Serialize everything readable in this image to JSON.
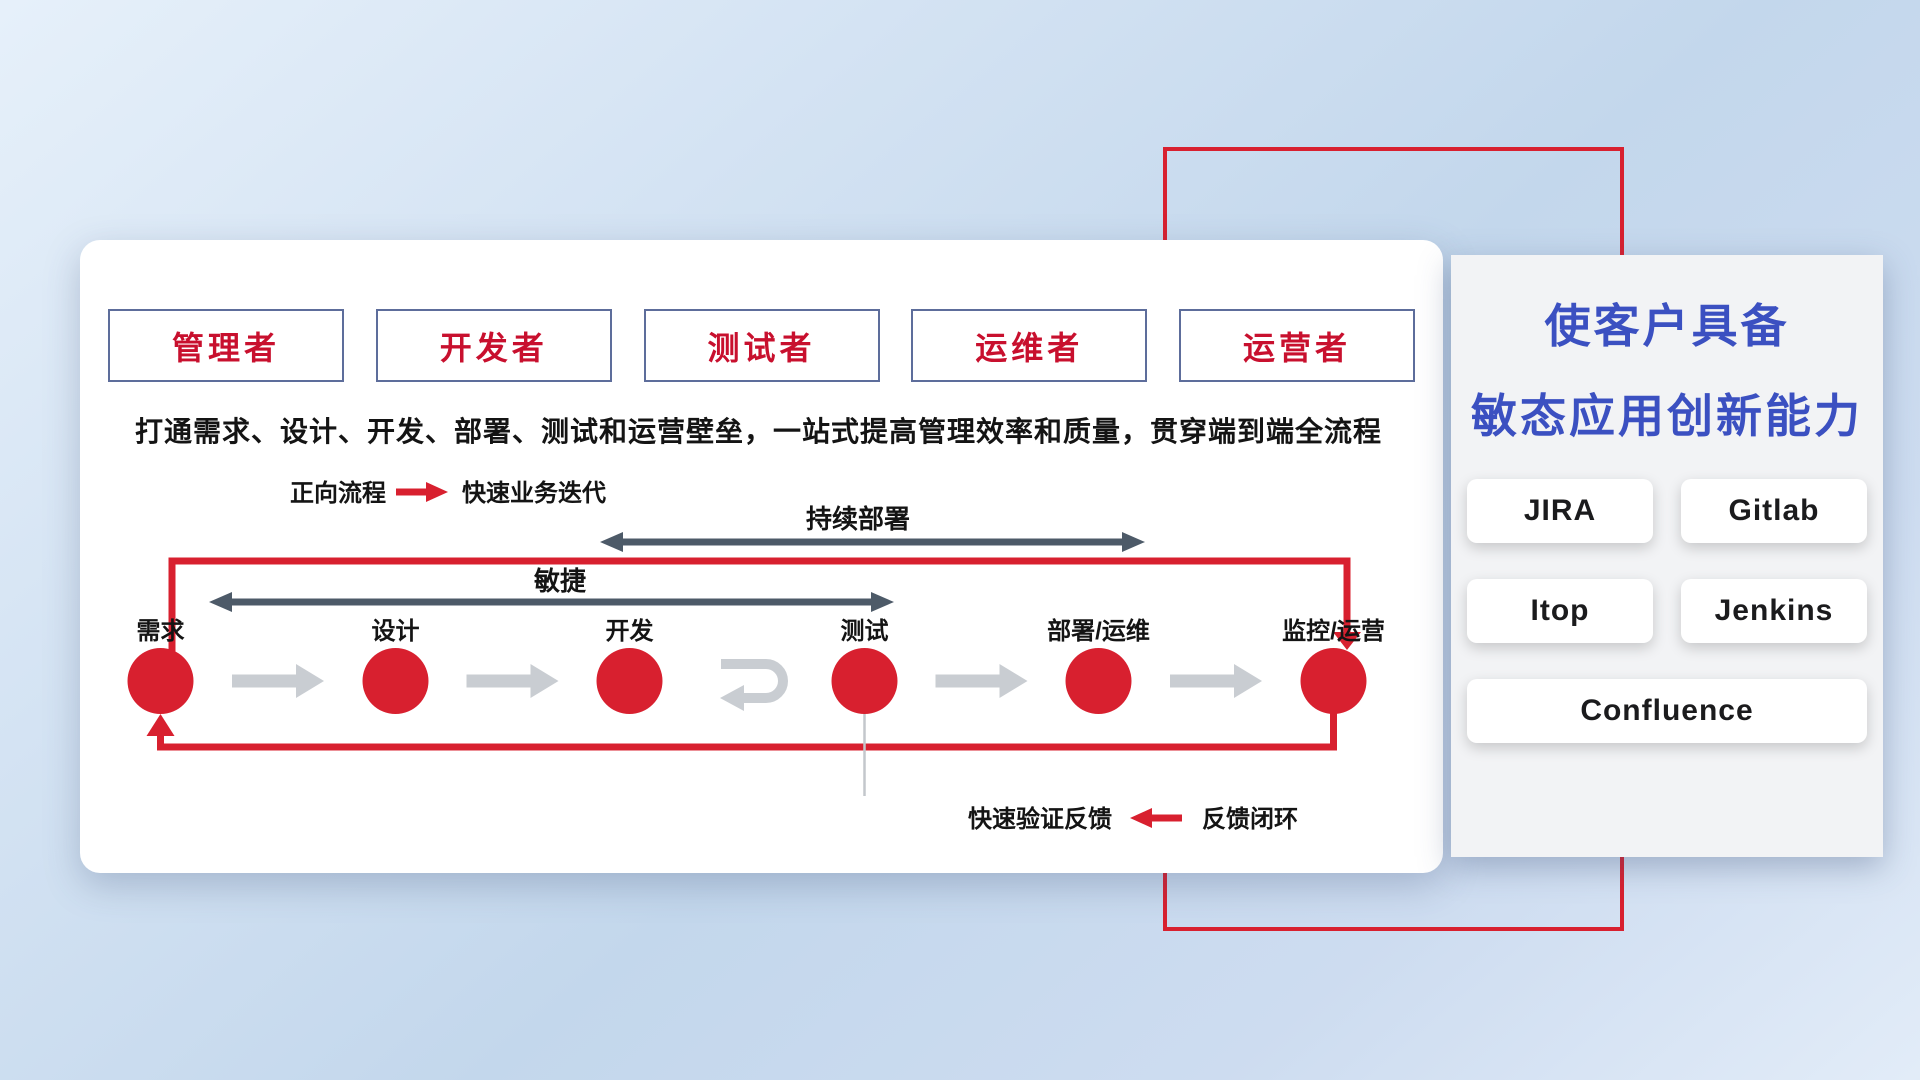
{
  "colors": {
    "red": "#d8202f",
    "dark_arrow": "#4d5a68",
    "light_arrow": "#c9cdd2",
    "title_blue": "#3b50c1",
    "role_text_red": "#c8102e"
  },
  "roles": [
    "管理者",
    "开发者",
    "测试者",
    "运维者",
    "运营者"
  ],
  "description": "打通需求、设计、开发、部署、测试和运营壁垒，一站式提高管理效率和质量，贯穿端到端全流程",
  "legend": {
    "forward_label": "正向流程",
    "forward_text": "快速业务迭代",
    "feedback_text": "快速验证反馈",
    "feedback_label": "反馈闭环"
  },
  "flow": {
    "continuous_deploy_label": "持续部署",
    "agile_label": "敏捷",
    "nodes": [
      "需求",
      "设计",
      "开发",
      "测试",
      "部署/运维",
      "监控/运营"
    ]
  },
  "panel": {
    "title_line1": "使客户具备",
    "title_line2": "敏态应用创新能力",
    "tools": [
      "JIRA",
      "Gitlab",
      "Itop",
      "Jenkins",
      "Confluence"
    ]
  }
}
